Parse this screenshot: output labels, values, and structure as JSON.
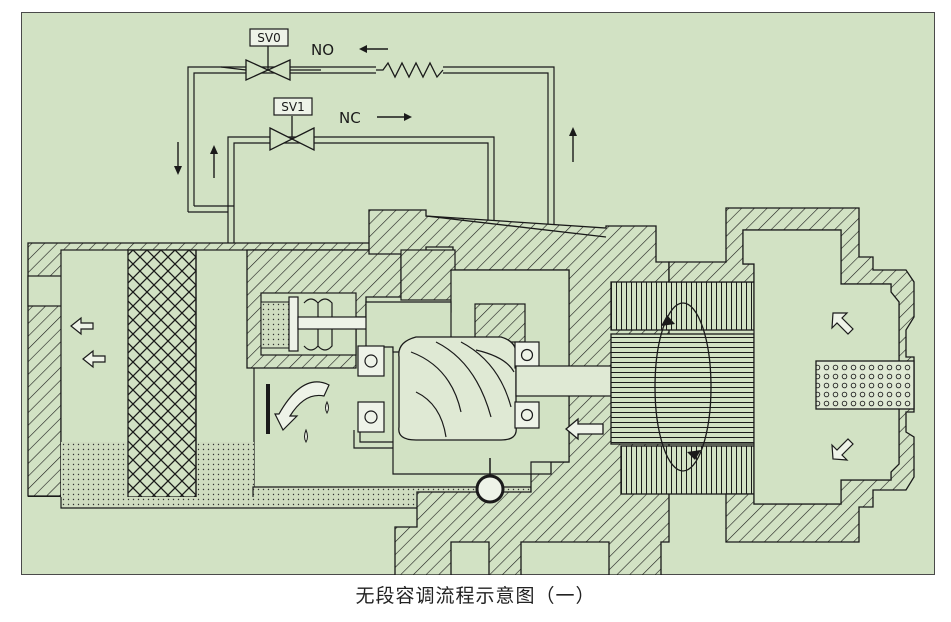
{
  "labels": {
    "sv0": "SV0",
    "sv1": "SV1",
    "no": "NO",
    "nc": "NC"
  },
  "caption": "无段容调流程示意图（一）",
  "colors": {
    "background": "#d2e2c4",
    "line": "#1a1a1a",
    "border": "#4a4a4a"
  }
}
